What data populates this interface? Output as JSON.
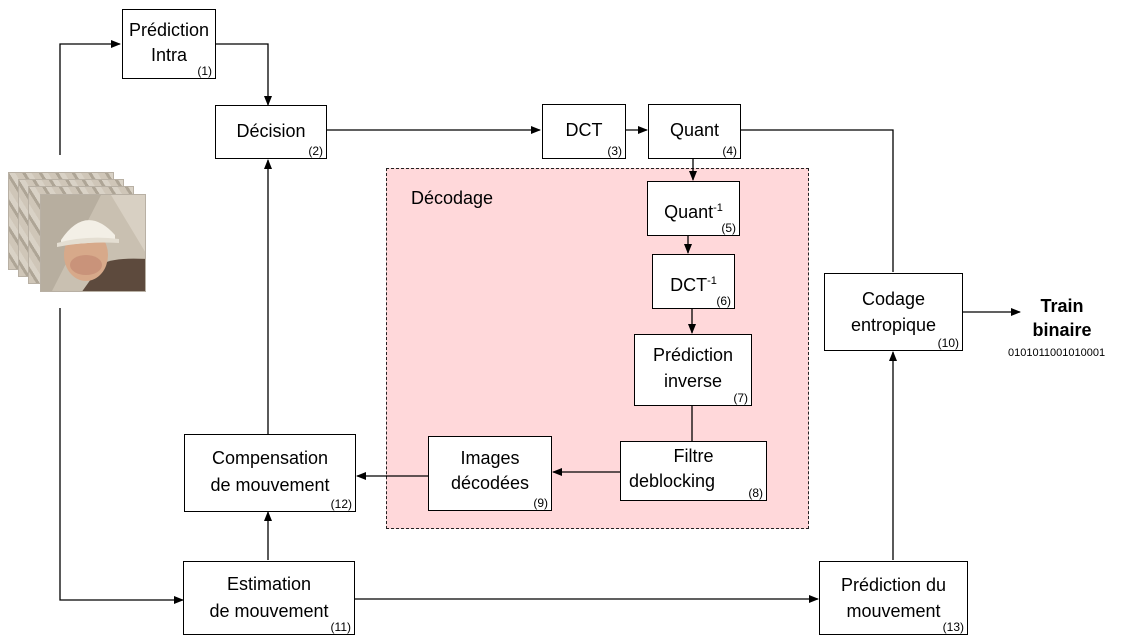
{
  "diagram": {
    "decoding_label": "Décodage",
    "output": {
      "line1": "Train",
      "line2": "binaire",
      "bits": "0101011001010001"
    },
    "blocks": {
      "intra": {
        "line1": "Prédiction",
        "line2": "Intra",
        "num": "(1)"
      },
      "decision": {
        "line1": "Décision",
        "num": "(2)"
      },
      "dct": {
        "line1": "DCT",
        "num": "(3)"
      },
      "quant": {
        "line1": "Quant",
        "num": "(4)"
      },
      "iquant": {
        "line1": "Quant",
        "exp": "-1",
        "num": "(5)"
      },
      "idct": {
        "line1": "DCT",
        "exp": "-1",
        "num": "(6)"
      },
      "invpred": {
        "line1": "Prédiction",
        "line2": "inverse",
        "num": "(7)"
      },
      "filter": {
        "line1": "Filtre",
        "line2": "deblocking",
        "num": "(8)"
      },
      "decoded": {
        "line1": "Images",
        "line2": "décodées",
        "num": "(9)"
      },
      "entropy": {
        "line1": "Codage",
        "line2": "entropique",
        "num": "(10)"
      },
      "motest": {
        "line1": "Estimation",
        "line2": "de mouvement",
        "num": "(11)"
      },
      "motcomp": {
        "line1": "Compensation",
        "line2": "de mouvement",
        "num": "(12)"
      },
      "motpred": {
        "line1": "Prédiction du",
        "line2": "mouvement",
        "num": "(13)"
      }
    }
  }
}
